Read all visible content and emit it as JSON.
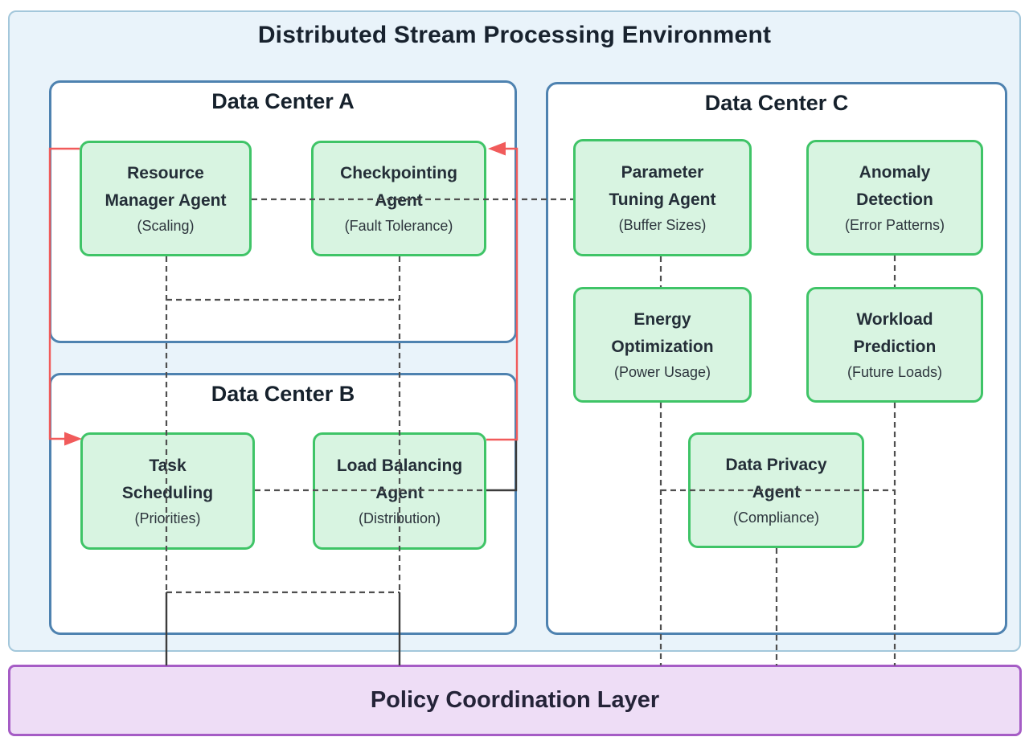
{
  "title": "Distributed Stream Processing Environment",
  "policy_layer": {
    "label": "Policy Coordination Layer"
  },
  "data_centers": {
    "a": {
      "label": "Data Center A"
    },
    "b": {
      "label": "Data Center B"
    },
    "c": {
      "label": "Data Center C"
    }
  },
  "agents": {
    "resource_manager": {
      "line1": "Resource",
      "line2": "Manager Agent",
      "sub": "(Scaling)"
    },
    "checkpointing": {
      "line1": "Checkpointing",
      "line2": "Agent",
      "sub": "(Fault Tolerance)"
    },
    "task_scheduling": {
      "line1": "Task",
      "line2": "Scheduling",
      "sub": "(Priorities)"
    },
    "load_balancing": {
      "line1": "Load Balancing",
      "line2": "Agent",
      "sub": "(Distribution)"
    },
    "parameter_tuning": {
      "line1": "Parameter",
      "line2": "Tuning Agent",
      "sub": "(Buffer Sizes)"
    },
    "anomaly_detection": {
      "line1": "Anomaly",
      "line2": "Detection",
      "sub": "(Error Patterns)"
    },
    "energy_optimization": {
      "line1": "Energy",
      "line2": "Optimization",
      "sub": "(Power Usage)"
    },
    "workload_prediction": {
      "line1": "Workload",
      "line2": "Prediction",
      "sub": "(Future Loads)"
    },
    "data_privacy": {
      "line1": "Data Privacy",
      "line2": "Agent",
      "sub": "(Compliance)"
    }
  },
  "colors": {
    "environment_fill": "#e9f3fa",
    "environment_border": "#a3c7db",
    "data_center_border": "#4e82b0",
    "data_center_fill": "#ffffff",
    "agent_fill": "#d8f4e1",
    "agent_border": "#3fc467",
    "policy_fill": "#eeddf6",
    "policy_border": "#a55cc5",
    "dashed_link": "#4f4f4f",
    "solid_link": "#3c3c3c",
    "red_link": "#f15b5b",
    "text": "#18222e"
  }
}
